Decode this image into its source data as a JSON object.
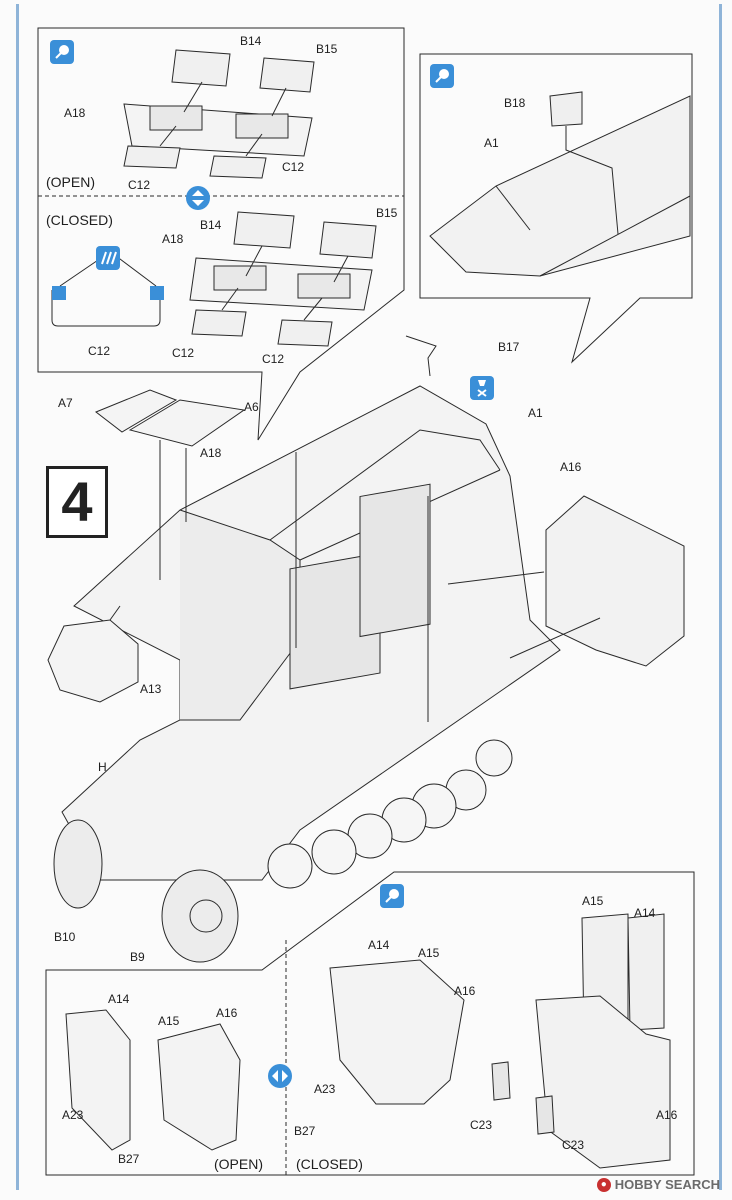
{
  "step_number": "4",
  "callouts": {
    "open_label": "(OPEN)",
    "closed_label": "(CLOSED)",
    "open_label_bottom": "(OPEN)",
    "closed_label_bottom": "(CLOSED)"
  },
  "labels": {
    "b14_a": "B14",
    "b15_a": "B15",
    "a18_a": "A18",
    "c12_a": "C12",
    "c12_b": "C12",
    "b14_b": "B14",
    "b15_b": "B15",
    "a18_b": "A18",
    "c12_c": "C12",
    "c12_d": "C12",
    "c12_e": "C12",
    "b18": "B18",
    "a1_inset": "A1",
    "b17": "B17",
    "a7": "A7",
    "a6": "A6",
    "a1_main": "A1",
    "a18_main": "A18",
    "a16_main": "A16",
    "a13": "A13",
    "h": "H",
    "b10": "B10",
    "b9": "B9",
    "a14_l": "A14",
    "a15_l": "A15",
    "a16_l": "A16",
    "a23_l": "A23",
    "b27_l": "B27",
    "a14_m": "A14",
    "a15_m": "A15",
    "a16_m": "A16",
    "a23_m": "A23",
    "b27_m": "B27",
    "a15_r": "A15",
    "a14_r": "A14",
    "c23_a": "C23",
    "c23_b": "C23",
    "a16_r": "A16"
  },
  "icons": {
    "glue": "glue-icon",
    "remove": "remove-icon",
    "choose": "choose-option-icon",
    "paint": "paint-icon"
  },
  "watermark": "HOBBY SEARCH",
  "colors": {
    "accent": "#3a8fd8",
    "border": "#8fb4d8",
    "line": "#2a2a2a"
  }
}
